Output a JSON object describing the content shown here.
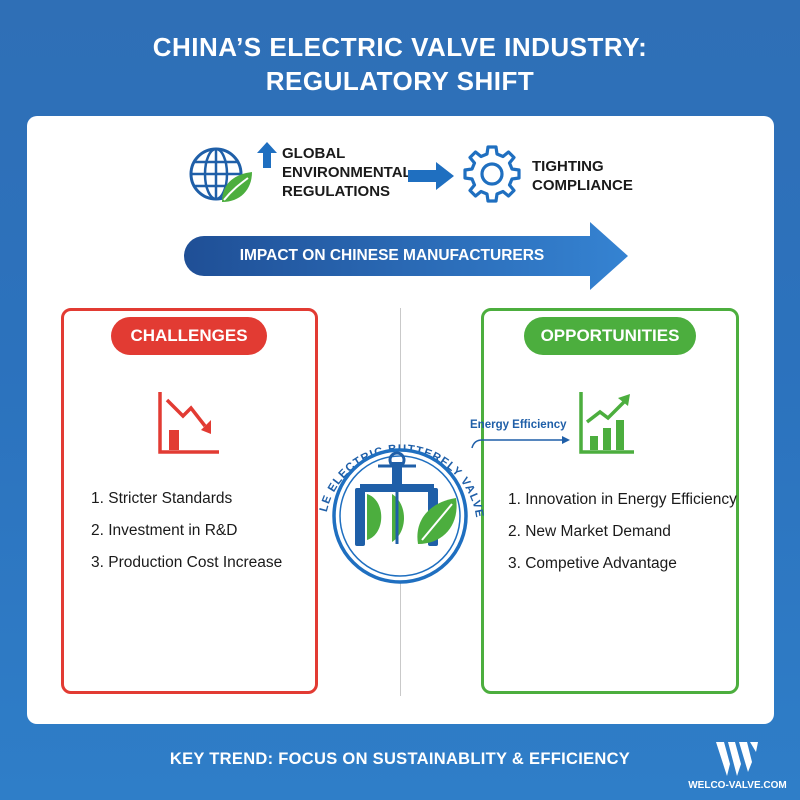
{
  "title": {
    "line1": "CHINA’S ELECTRIC VALVE INDUSTRY:",
    "line2": "REGULATORY SHIFT"
  },
  "flow": {
    "source_line1": "GLOBAL",
    "source_line2": "ENVIRONMENTAL",
    "source_line3": "REGULATIONS",
    "target_line1": "TIGHTING",
    "target_line2": "COMPLIANCE",
    "banner": "IMPACT ON CHINESE MANUFACTURERS"
  },
  "challenges": {
    "heading": "CHALLENGES",
    "items": [
      "1. Stricter Standards",
      "2. Investment in R&D",
      "3. Production Cost Increase"
    ]
  },
  "opportunities": {
    "heading": "OPPORTUNITIES",
    "items": [
      "1. Innovation in Energy Efficiency",
      "2. New Market Demand",
      "3. Competive Advantage"
    ]
  },
  "center": {
    "arc_text": "WHOLESALE ELECTRIC BUTTERFLY VALVE MARKET",
    "connector_label": "Energy Efficiency"
  },
  "footer": {
    "key_trend": "KEY TREND: FOCUS ON SUSTAINABLITY & EFFICIENCY",
    "brand": "WELCO-VALVE.COM"
  },
  "icons": {
    "globe": "globe-leaf-icon",
    "up_arrow": "arrow-up-icon",
    "flow_arrow": "arrow-right-icon",
    "gear": "gear-icon",
    "challenge_chart": "chart-down-icon",
    "opportunity_chart": "chart-up-icon",
    "center": "butterfly-valve-icon",
    "brand": "welco-logo-icon"
  },
  "colors": {
    "background": "#2f72bb",
    "challenge": "#e23b33",
    "opportunity": "#4cae3e",
    "accent_blue": "#1f5fa8"
  }
}
